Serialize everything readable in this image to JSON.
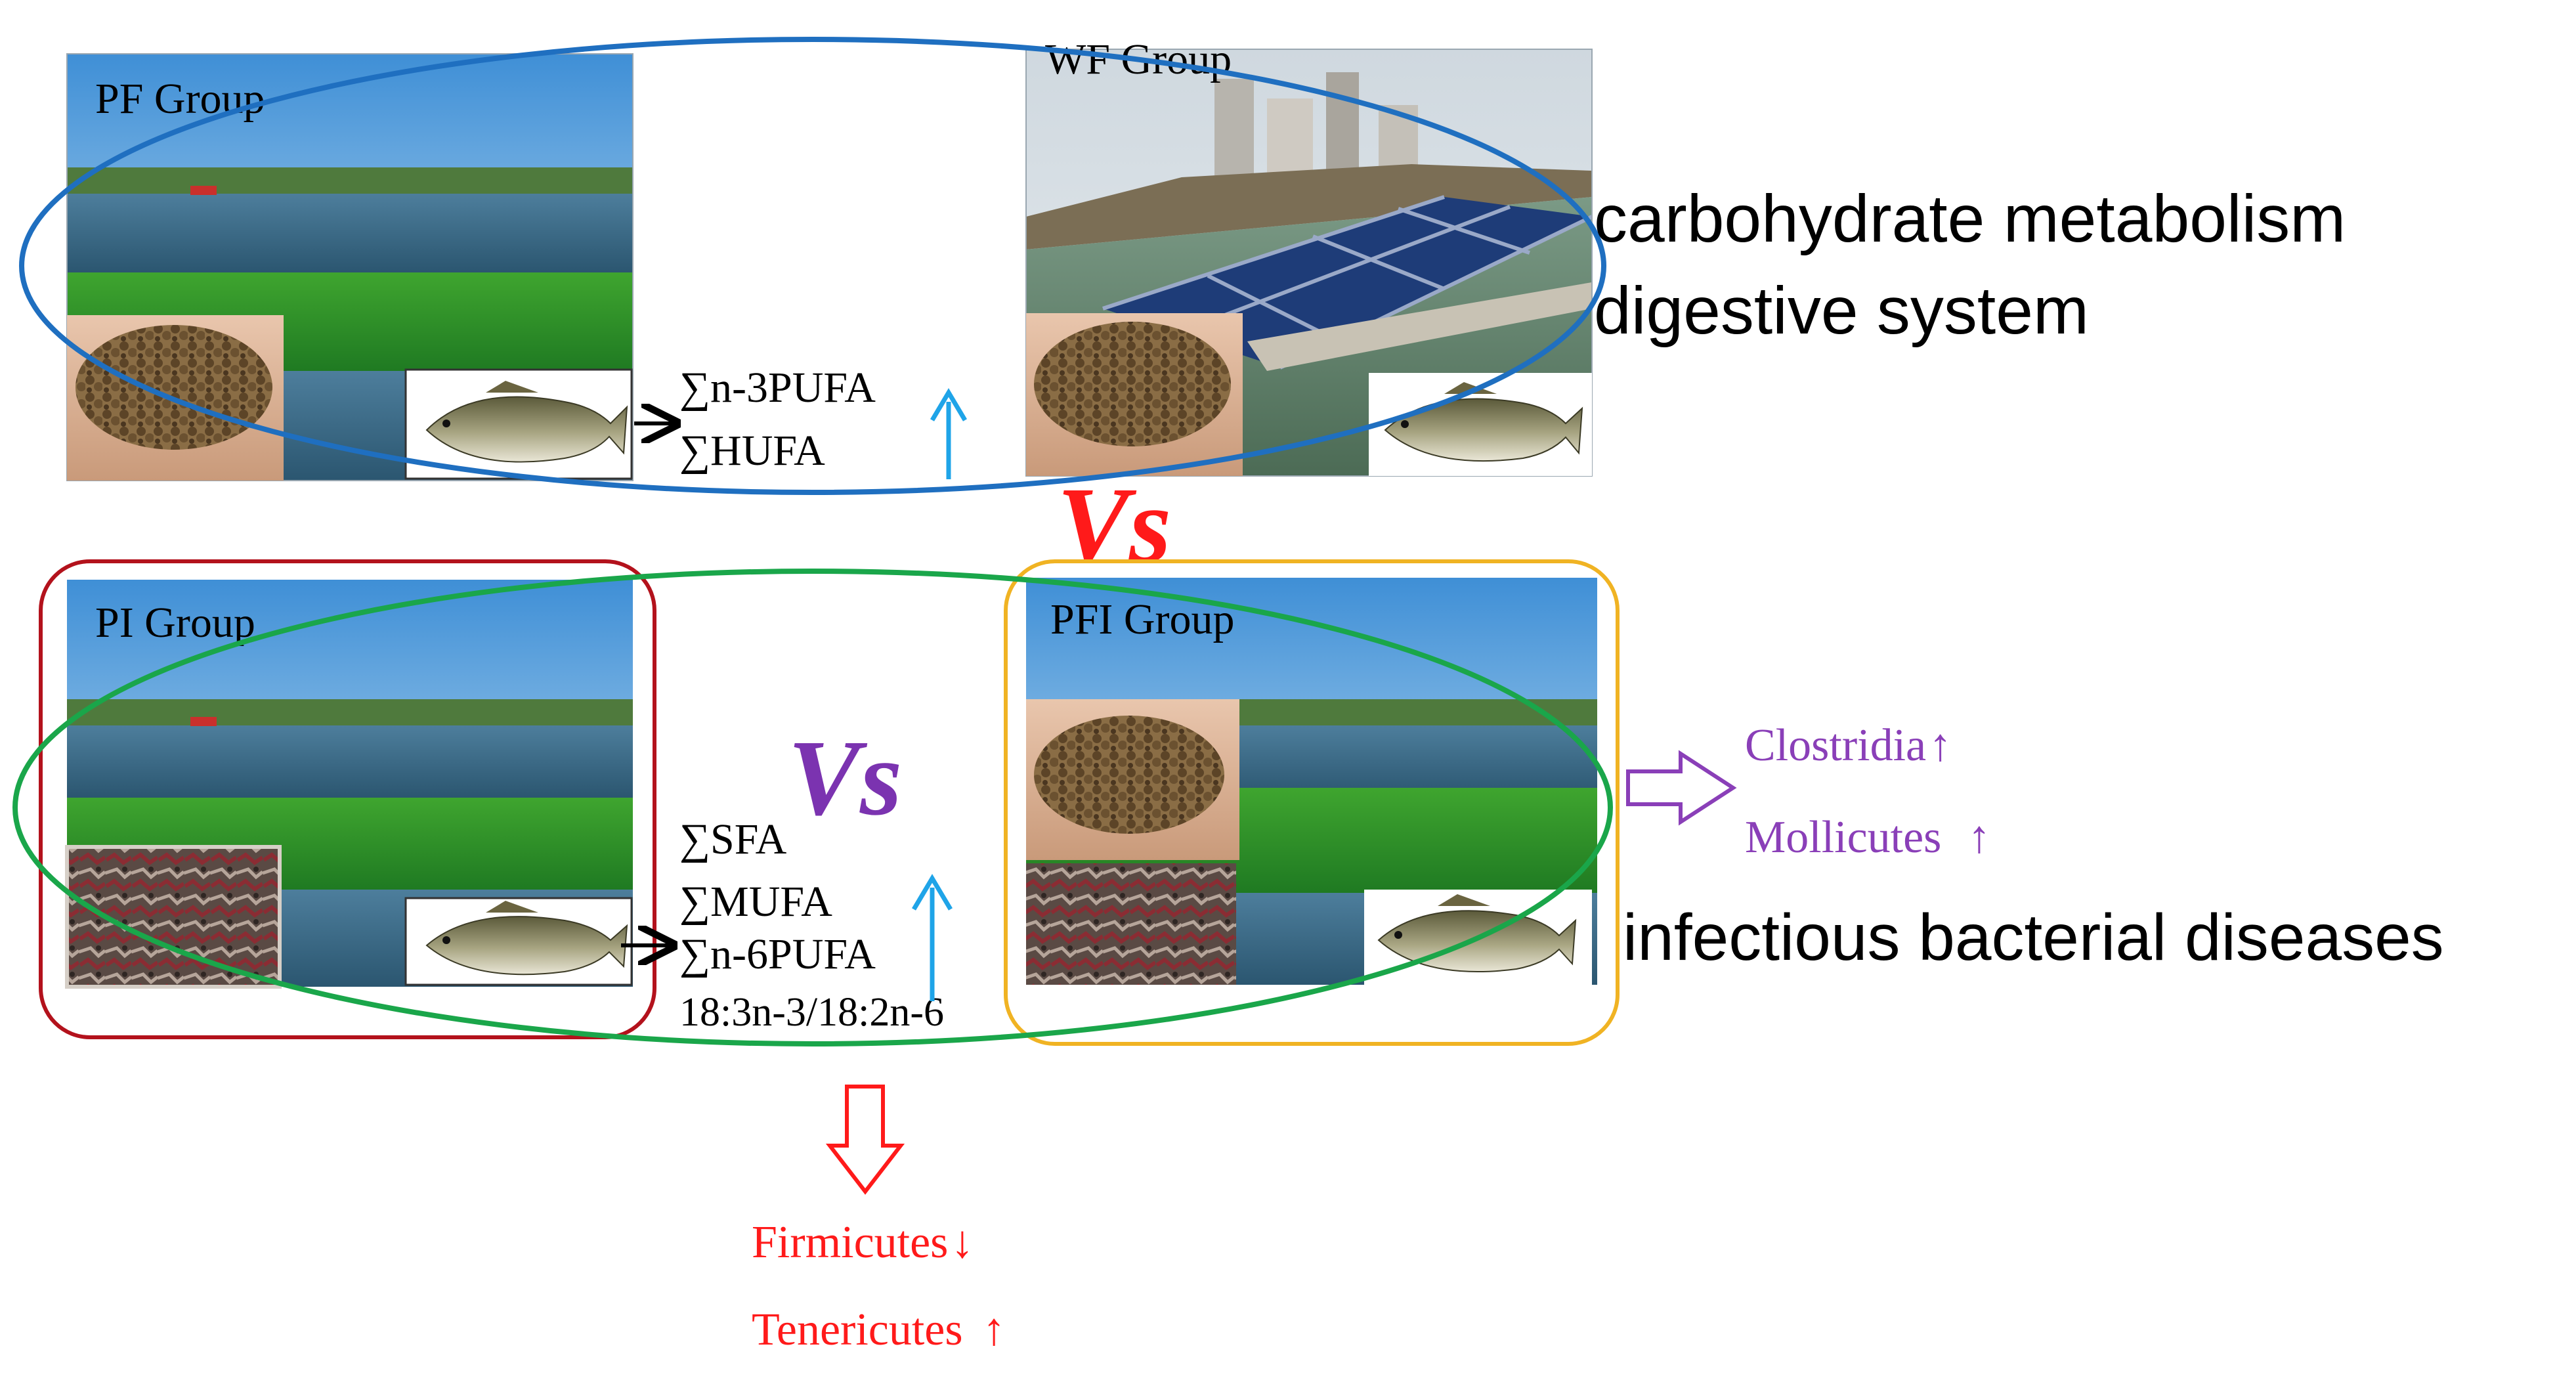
{
  "diagram": {
    "groups": {
      "pf": "PF Group",
      "wf": "WF Group",
      "pi": "PI Group",
      "pfi": "PFI Group"
    },
    "top_fatty_acids": [
      "∑n-3PUFA",
      "∑HUFA"
    ],
    "top_findings": [
      "carbohydrate metabolism",
      "digestive system"
    ],
    "vs_top": "Vs",
    "vs_bottom": "Vs",
    "bottom_fatty_acids": [
      "∑SFA",
      "∑MUFA",
      "∑n-6PUFA",
      "18:3n-3/18:2n-6"
    ],
    "right_bacteria": [
      {
        "name": "Clostridia",
        "trend": "↑"
      },
      {
        "name": "Mollicutes",
        "trend": "↑"
      }
    ],
    "right_finding": "infectious bacterial diseases",
    "bottom_bacteria": [
      {
        "name": "Firmicutes",
        "trend": "↓"
      },
      {
        "name": "Tenericutes",
        "trend": "↑"
      }
    ],
    "icons": [
      "pond-photo",
      "cage-photo",
      "feed-pellets",
      "frozen-fish-feed",
      "bass-fish",
      "up-arrow",
      "down-arrow",
      "hollow-right-arrow",
      "hollow-down-arrow"
    ],
    "colors": {
      "blue_ellipse": "#1f6fc0",
      "green_ellipse": "#1aa64a",
      "red_box": "#b3121c",
      "yellow_box": "#f0b323",
      "up_arrow": "#1fa4e8",
      "vs_top": "#ff1a1a",
      "vs_bottom": "#7b33b0",
      "bacteria_purple": "#8a3fb8",
      "bacteria_red": "#ff1a1a"
    }
  }
}
